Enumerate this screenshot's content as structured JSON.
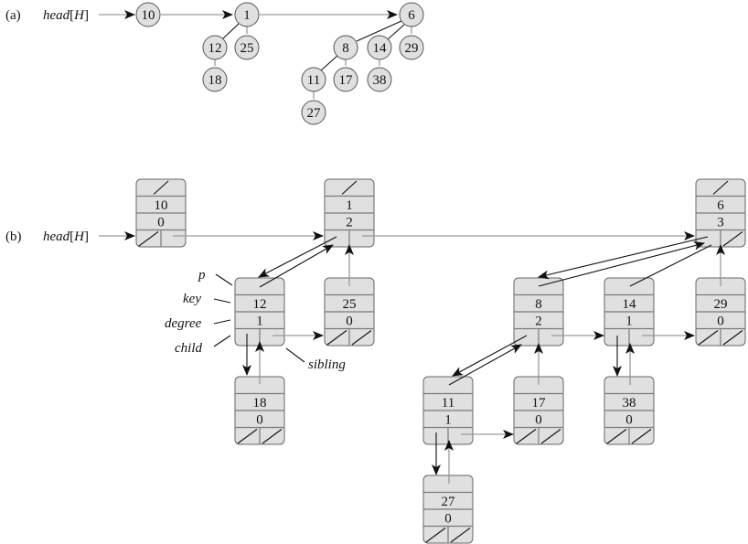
{
  "part_a": {
    "label": "(a)",
    "head_label": "head[H]",
    "head_prefix": "head",
    "head_bracket": "H",
    "roots": [
      "10",
      "1",
      "6"
    ],
    "nodes": [
      {
        "id": "a10",
        "key": "10"
      },
      {
        "id": "a1",
        "key": "1"
      },
      {
        "id": "a12",
        "key": "12"
      },
      {
        "id": "a25",
        "key": "25"
      },
      {
        "id": "a18",
        "key": "18"
      },
      {
        "id": "a6",
        "key": "6"
      },
      {
        "id": "a8",
        "key": "8"
      },
      {
        "id": "a14",
        "key": "14"
      },
      {
        "id": "a29",
        "key": "29"
      },
      {
        "id": "a11",
        "key": "11"
      },
      {
        "id": "a17",
        "key": "17"
      },
      {
        "id": "a38",
        "key": "38"
      },
      {
        "id": "a27",
        "key": "27"
      }
    ],
    "edges": [
      [
        "1",
        "12"
      ],
      [
        "1",
        "25"
      ],
      [
        "12",
        "18"
      ],
      [
        "6",
        "8"
      ],
      [
        "6",
        "14"
      ],
      [
        "6",
        "29"
      ],
      [
        "8",
        "11"
      ],
      [
        "8",
        "17"
      ],
      [
        "14",
        "38"
      ],
      [
        "11",
        "27"
      ]
    ]
  },
  "part_b": {
    "label": "(b)",
    "head_label": "head[H]",
    "head_prefix": "head",
    "head_bracket": "H",
    "field_labels": {
      "p": "p",
      "key": "key",
      "degree": "degree",
      "child": "child",
      "sibling": "sibling"
    },
    "nodes": [
      {
        "id": "b10",
        "key": "10",
        "degree": "0",
        "p": "NIL",
        "child": "NIL",
        "sibling": "1"
      },
      {
        "id": "b1",
        "key": "1",
        "degree": "2",
        "p": "NIL",
        "child": "12",
        "sibling": "6"
      },
      {
        "id": "b6",
        "key": "6",
        "degree": "3",
        "p": "NIL",
        "child": "8",
        "sibling": "NIL"
      },
      {
        "id": "b12",
        "key": "12",
        "degree": "1",
        "p": "1",
        "child": "18",
        "sibling": "25"
      },
      {
        "id": "b25",
        "key": "25",
        "degree": "0",
        "p": "1",
        "child": "NIL",
        "sibling": "NIL"
      },
      {
        "id": "b18",
        "key": "18",
        "degree": "0",
        "p": "12",
        "child": "NIL",
        "sibling": "NIL"
      },
      {
        "id": "b8",
        "key": "8",
        "degree": "2",
        "p": "6",
        "child": "11",
        "sibling": "14"
      },
      {
        "id": "b14",
        "key": "14",
        "degree": "1",
        "p": "6",
        "child": "38",
        "sibling": "29"
      },
      {
        "id": "b29",
        "key": "29",
        "degree": "0",
        "p": "6",
        "child": "NIL",
        "sibling": "NIL"
      },
      {
        "id": "b11",
        "key": "11",
        "degree": "1",
        "p": "8",
        "child": "27",
        "sibling": "17"
      },
      {
        "id": "b17",
        "key": "17",
        "degree": "0",
        "p": "8",
        "child": "NIL",
        "sibling": "NIL"
      },
      {
        "id": "b38",
        "key": "38",
        "degree": "0",
        "p": "14",
        "child": "NIL",
        "sibling": "NIL"
      },
      {
        "id": "b27",
        "key": "27",
        "degree": "0",
        "p": "11",
        "child": "NIL",
        "sibling": "NIL"
      }
    ]
  }
}
